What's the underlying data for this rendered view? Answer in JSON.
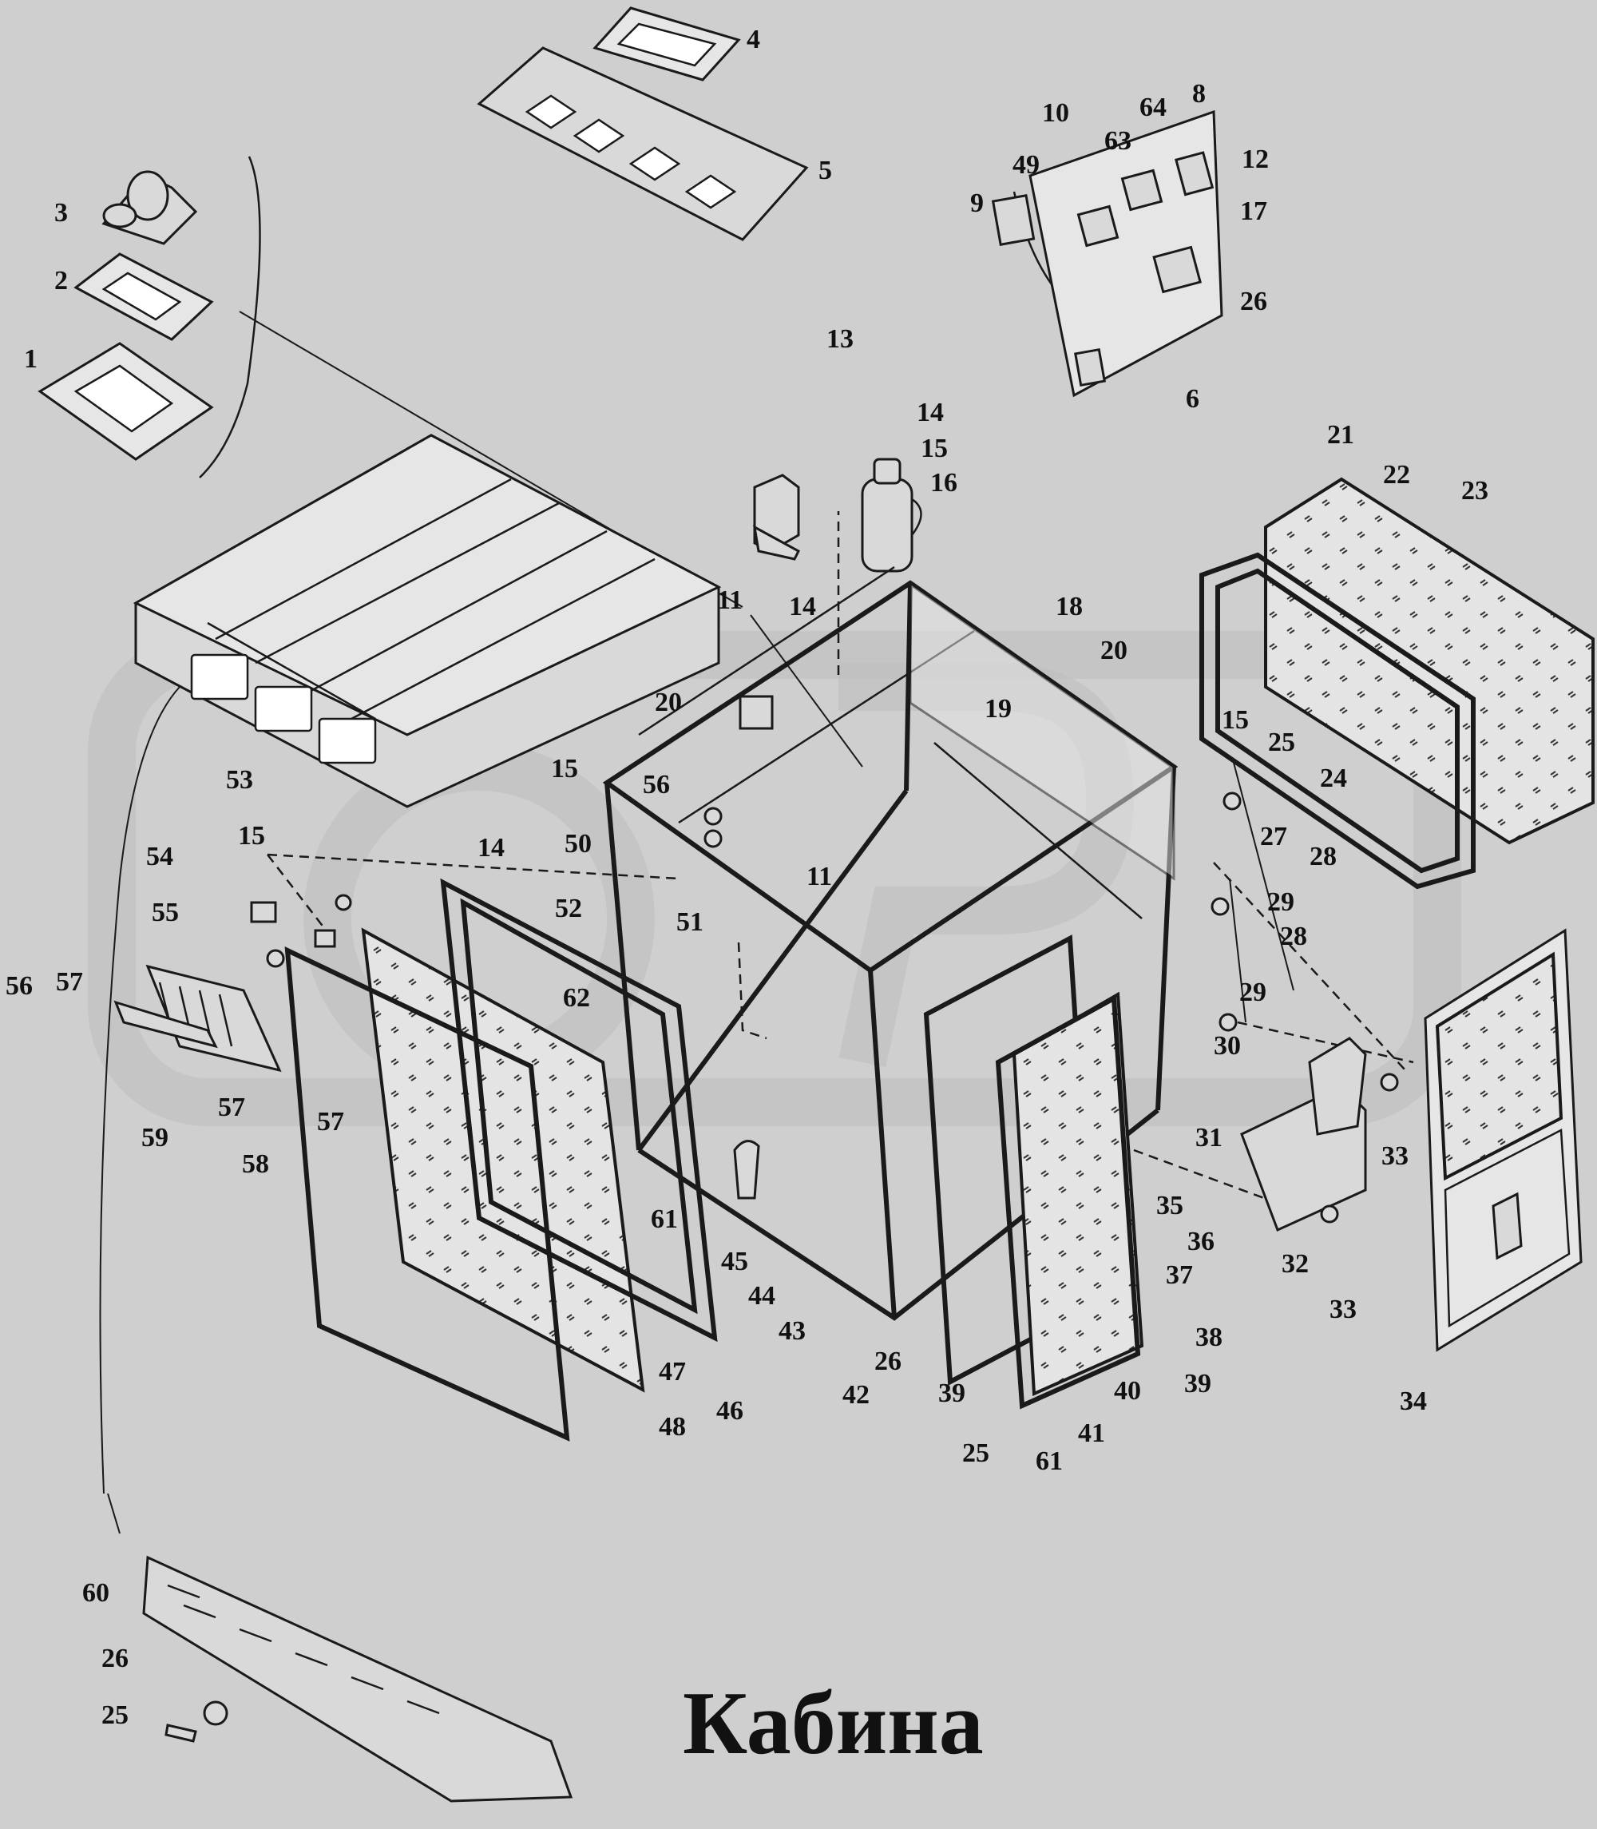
{
  "title": "Кабина",
  "callouts": [
    "1",
    "2",
    "3",
    "4",
    "5",
    "6",
    "8",
    "9",
    "10",
    "11",
    "11",
    "12",
    "13",
    "14",
    "14",
    "14",
    "15",
    "15",
    "15",
    "15",
    "16",
    "17",
    "18",
    "19",
    "20",
    "20",
    "21",
    "22",
    "23",
    "24",
    "25",
    "25",
    "25",
    "26",
    "26",
    "26",
    "27",
    "28",
    "28",
    "29",
    "29",
    "30",
    "31",
    "32",
    "33",
    "33",
    "34",
    "35",
    "36",
    "37",
    "38",
    "39",
    "39",
    "40",
    "41",
    "42",
    "43",
    "44",
    "45",
    "46",
    "47",
    "48",
    "49",
    "50",
    "51",
    "52",
    "53",
    "54",
    "55",
    "56",
    "56",
    "57",
    "57",
    "57",
    "58",
    "59",
    "60",
    "61",
    "61",
    "62",
    "63",
    "64"
  ]
}
